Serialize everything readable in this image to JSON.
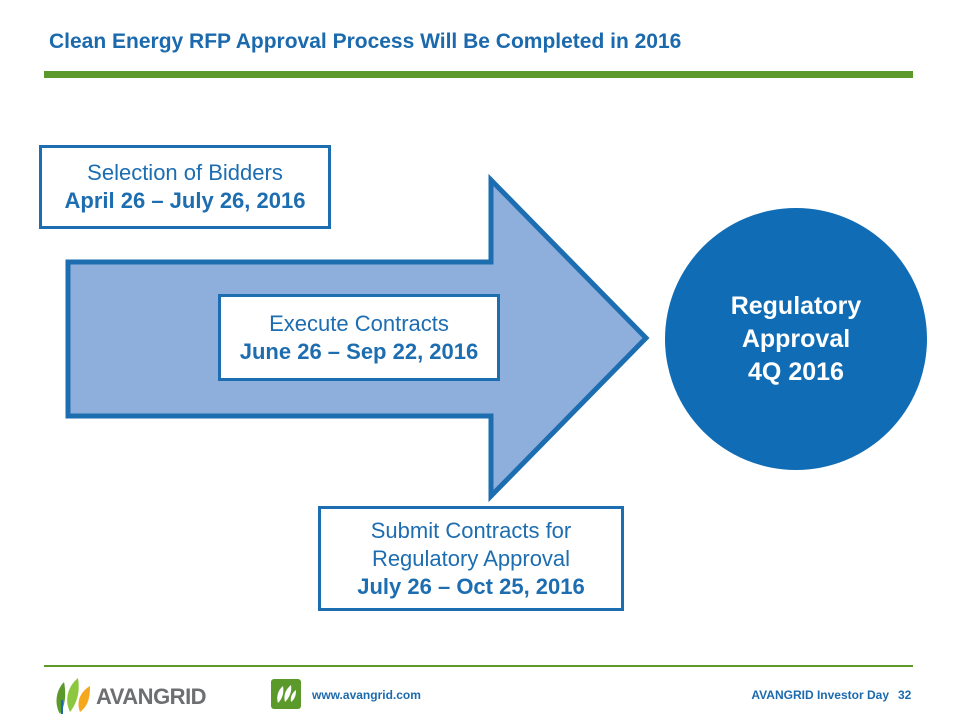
{
  "title": "Clean Energy RFP Approval Process Will Be Completed in 2016",
  "colors": {
    "title_blue": "#1b6aad",
    "rule_green": "#5b9a2a",
    "arrow_fill": "#8eaedb",
    "arrow_stroke": "#1d6db1",
    "circle_fill": "#0f6cb5",
    "logo_grey": "#6d6e70"
  },
  "steps": [
    {
      "label": "Selection of Bidders",
      "dates": "April 26 – July 26, 2016"
    },
    {
      "label": "Execute Contracts",
      "dates": "June 26 – Sep 22, 2016"
    },
    {
      "label_line1": "Submit Contracts for",
      "label_line2": "Regulatory Approval",
      "dates": "July 26 – Oct 25, 2016"
    }
  ],
  "milestone": {
    "line1": "Regulatory",
    "line2": "Approval",
    "line3": "4Q 2016"
  },
  "footer": {
    "logo_text": "AVANGRID",
    "website": "www.avangrid.com",
    "event": "AVANGRID Investor Day",
    "page_number": "32",
    "icons": [
      "avangrid-logo-icon",
      "leaf-badge-icon"
    ]
  }
}
